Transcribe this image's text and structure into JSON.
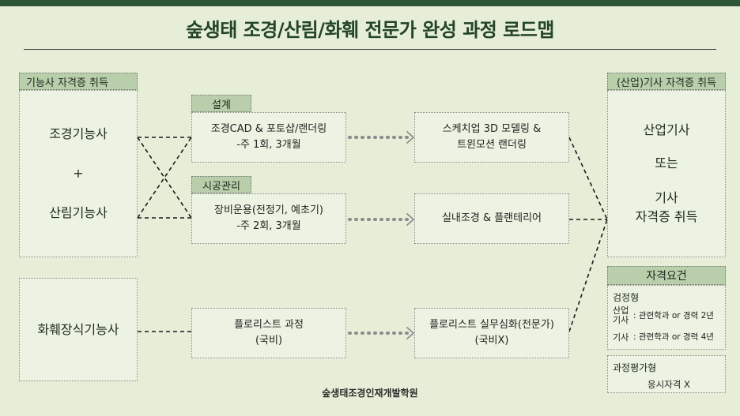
{
  "title": "숲생태 조경/산림/화훼 전문가 완성 과정 로드맵",
  "footer": "숲생태조경인재개발학원",
  "left": {
    "section_label": "기능사 자격증 취득",
    "cert1": "조경기능사",
    "plus": "+",
    "cert2": "산림기능사",
    "cert3": "화훼장식기능사"
  },
  "middle": {
    "design": {
      "tag": "설계",
      "line1": "조경CAD & 포토샵/랜더링",
      "line2": "-주 1회, 3개월"
    },
    "construction": {
      "tag": "시공관리",
      "line1": "장비운용(전정기, 예초기)",
      "line2": "-주 2회, 3개월"
    },
    "florist": {
      "line1": "플로리스트 과정",
      "line2": "(국비)"
    }
  },
  "advanced": {
    "design": {
      "line1": "스케치업 3D 모델링 &",
      "line2": "트윈모션 랜더링"
    },
    "construction": {
      "line1": "실내조경 & 플랜테리어"
    },
    "florist": {
      "line1": "플로리스트 실무심화(전문가)",
      "line2": "(국비X)"
    }
  },
  "right": {
    "section_label": "(산업)기사 자격증 취득",
    "line1": "산업기사",
    "line2": "또는",
    "line3": "기사",
    "line4": "자격증 취득",
    "requirements": {
      "label": "자격요건",
      "exam_type": "검정형",
      "row1_key_a": "산업",
      "row1_key_b": "기사",
      "row1_value": ": 관련학과 or 경력 2년",
      "row2_key": "기사",
      "row2_value": ": 관련학과 or 경력 4년"
    },
    "course_type": {
      "title": "과정평가형",
      "value": "응시자격 X"
    }
  },
  "colors": {
    "background": "#e6eed8",
    "header_bar": "#2e5535",
    "label_fill": "#b9ceaa",
    "box_fill": "#edf3e2",
    "title_text": "#24442a"
  }
}
